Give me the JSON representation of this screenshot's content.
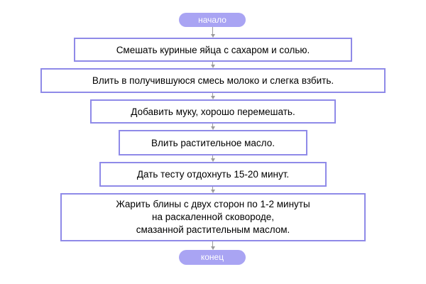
{
  "flowchart": {
    "start": "начало",
    "steps": [
      "Смешать куриные яйца с сахаром и солью.",
      "Влить в получившуюся смесь молоко и слегка взбить.",
      "Добавить муку, хорошо перемешать.",
      "Влить растительное масло.",
      "Дать тесту отдохнуть 15-20 минут.",
      "Жарить блины с двух сторон по 1-2 минуты\nна раскаленной сковороде,\nсмазанной растительным маслом."
    ],
    "end": "конец"
  },
  "colors": {
    "terminal_fill": "#a9a4f3",
    "step_border": "#8f8ae8",
    "connector": "#9c9c9c"
  }
}
